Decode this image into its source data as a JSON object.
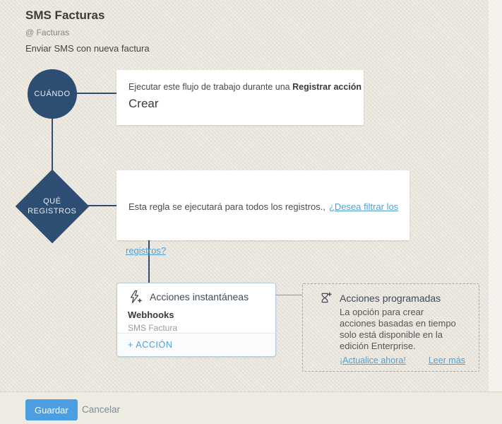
{
  "header": {
    "title": "SMS Facturas",
    "module": "@ Facturas",
    "description": "Enviar SMS con nueva factura"
  },
  "workflow": {
    "when": {
      "node_label": "CUÁNDO",
      "text_prefix": "Ejecutar este flujo de trabajo durante una ",
      "text_bold": "Registrar acción",
      "value": "Crear"
    },
    "which": {
      "node_label_line1": "QUÉ",
      "node_label_line2": "REGISTROS",
      "text": "Esta regla se ejecutará para todos los registros.,",
      "filter_link_line1": "¿Desea filtrar los",
      "filter_link_line2": "registros?"
    },
    "instant_actions": {
      "icon": "lightning-plus",
      "title": "Acciones instantáneas",
      "action_name": "Webhooks",
      "action_detail": "SMS Factura",
      "add_action_label": "+ ACCIÓN"
    },
    "scheduled_actions": {
      "icon": "hourglass-plus",
      "title": "Acciones programadas",
      "message": "La opción para crear acciones basadas en tiempo solo está disponible en la edición Enterprise.",
      "upgrade_link": "¡Actualice ahora!",
      "learn_more_link": "Leer más"
    }
  },
  "footer": {
    "save_label": "Guardar",
    "cancel_label": "Cancelar"
  },
  "colors": {
    "background": "#e9e5dc",
    "node_navy": "#2d4d72",
    "link_blue": "#4fa0d8",
    "save_button_blue": "#4c9ee2",
    "card_white": "#ffffff"
  }
}
